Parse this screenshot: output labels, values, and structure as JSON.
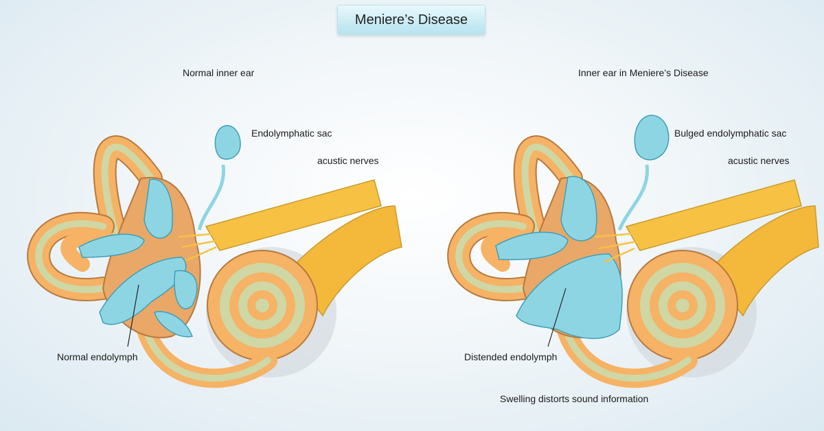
{
  "title": "Meniere’s Disease",
  "left": {
    "heading": "Normal inner ear",
    "sac_label": "Endolymphatic sac",
    "nerves_label": "acustic nerves",
    "endolymph_label": "Normal endolymph"
  },
  "right": {
    "heading": "Inner ear in Meniere’s Disease",
    "sac_label": "Bulged endolymphatic sac",
    "nerves_label": "acustic nerves",
    "endolymph_label": "Distended endolymph",
    "caption": "Swelling distorts sound information"
  },
  "colors": {
    "bone": "#f6b265",
    "bone_dark": "#b6793d",
    "inner_band": "#cfd7a5",
    "nerve": "#f7c243",
    "endolymph": "#8ed5e4",
    "endolymph_dark": "#3d9fb7"
  }
}
